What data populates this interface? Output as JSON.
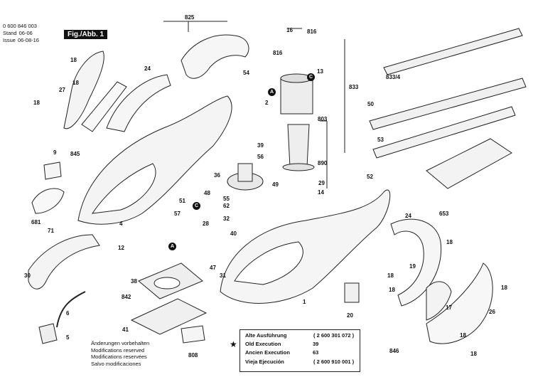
{
  "header": {
    "doc_number": "0 600 846 003",
    "stand_label": "Stand",
    "stand_value": "06-06",
    "issue_label": "Issue",
    "issue_value": "06-08-16",
    "figure_label": "Fig./Abb. 1"
  },
  "part_labels": [
    "825",
    "16",
    "816",
    "816",
    "18",
    "24",
    "54",
    "13",
    "833/4",
    "833",
    "50",
    "53",
    "52",
    "18",
    "27",
    "18",
    "845",
    "9",
    "681",
    "71",
    "30",
    "6",
    "5",
    "39",
    "56",
    "36",
    "49",
    "51",
    "48",
    "55",
    "62",
    "32",
    "4",
    "57",
    "12",
    "38",
    "842",
    "41",
    "808",
    "28",
    "40",
    "47",
    "31",
    "803",
    "2",
    "890",
    "29",
    "14",
    "1",
    "653",
    "24",
    "18",
    "19",
    "18",
    "18",
    "17",
    "18",
    "20",
    "18",
    "26",
    "846",
    "18"
  ],
  "callout_letters": [
    "A",
    "C",
    "C",
    "A"
  ],
  "star_note": "★",
  "notes": {
    "lines": [
      "Änderungen vorbehalten",
      "Modifications reserved",
      "Modifications reservées",
      "Salvo modificaciones"
    ]
  },
  "legend": {
    "rows": [
      {
        "label": "Alte Ausführung",
        "part": "( 2 600 301 072 )"
      },
      {
        "label": "Old Execution",
        "ref": "39"
      },
      {
        "label": "Ancien Execution",
        "ref": "63"
      },
      {
        "label": "Vieja Ejecución",
        "part": "( 2 600 910 001 )"
      }
    ]
  }
}
